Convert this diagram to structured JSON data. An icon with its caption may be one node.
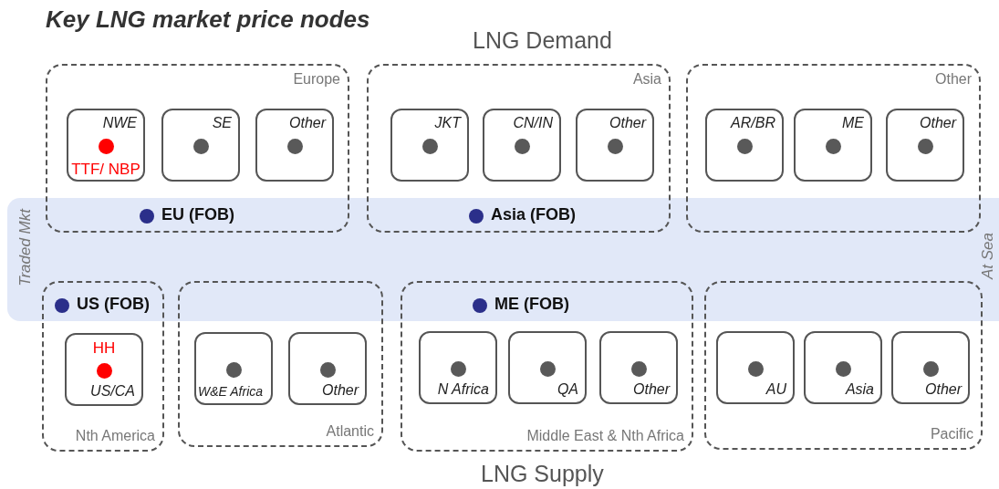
{
  "diagram": {
    "title": "Key LNG market price nodes",
    "nodes": [
      {
        "text": [
          "Europe"
        ]
      },
      {
        "text": [
          "NWE",
          "TTF/ NBP"
        ],
        "in": 0
      },
      {
        "text": [
          "SE"
        ],
        "in": 0
      },
      {
        "text": [
          "Other"
        ],
        "in": 0
      },
      {
        "text": [
          "Asia"
        ]
      },
      {
        "text": [
          "JKT"
        ],
        "in": 4
      },
      {
        "text": [
          "CN/IN"
        ],
        "in": 4
      },
      {
        "text": [
          "Other"
        ],
        "in": 4
      },
      {
        "text": [
          "Other"
        ]
      },
      {
        "text": [
          "AR/BR"
        ],
        "in": 8
      },
      {
        "text": [
          "ME"
        ],
        "in": 8
      },
      {
        "text": [
          "Other"
        ],
        "in": 8
      },
      {
        "text": [
          "Traded Mkt",
          "At Sea"
        ]
      },
      {
        "text": [
          "Nth America"
        ]
      },
      {
        "text": [
          "HH",
          "US/CA"
        ],
        "in": 13
      },
      {
        "text": [
          "Atlantic"
        ]
      },
      {
        "text": [
          "W&E Africa"
        ],
        "in": 15
      },
      {
        "text": [
          "Other"
        ],
        "in": 15
      },
      {
        "text": [
          "Middle East & Nth Africa"
        ]
      },
      {
        "text": [
          "N Africa"
        ],
        "in": 18
      },
      {
        "text": [
          "QA"
        ],
        "in": 18
      },
      {
        "text": [
          "Other"
        ],
        "in": 18
      },
      {
        "text": [
          "Pacific"
        ]
      },
      {
        "text": [
          "AU"
        ],
        "in": 22
      },
      {
        "text": [
          "Asia"
        ],
        "in": 22
      },
      {
        "text": [
          "Other"
        ],
        "in": 22
      }
    ],
    "labels": [
      "LNG Demand",
      "EU (FOB)",
      "Asia (FOB)",
      "US (FOB)",
      "ME (FOB)",
      "LNG Supply"
    ]
  }
}
